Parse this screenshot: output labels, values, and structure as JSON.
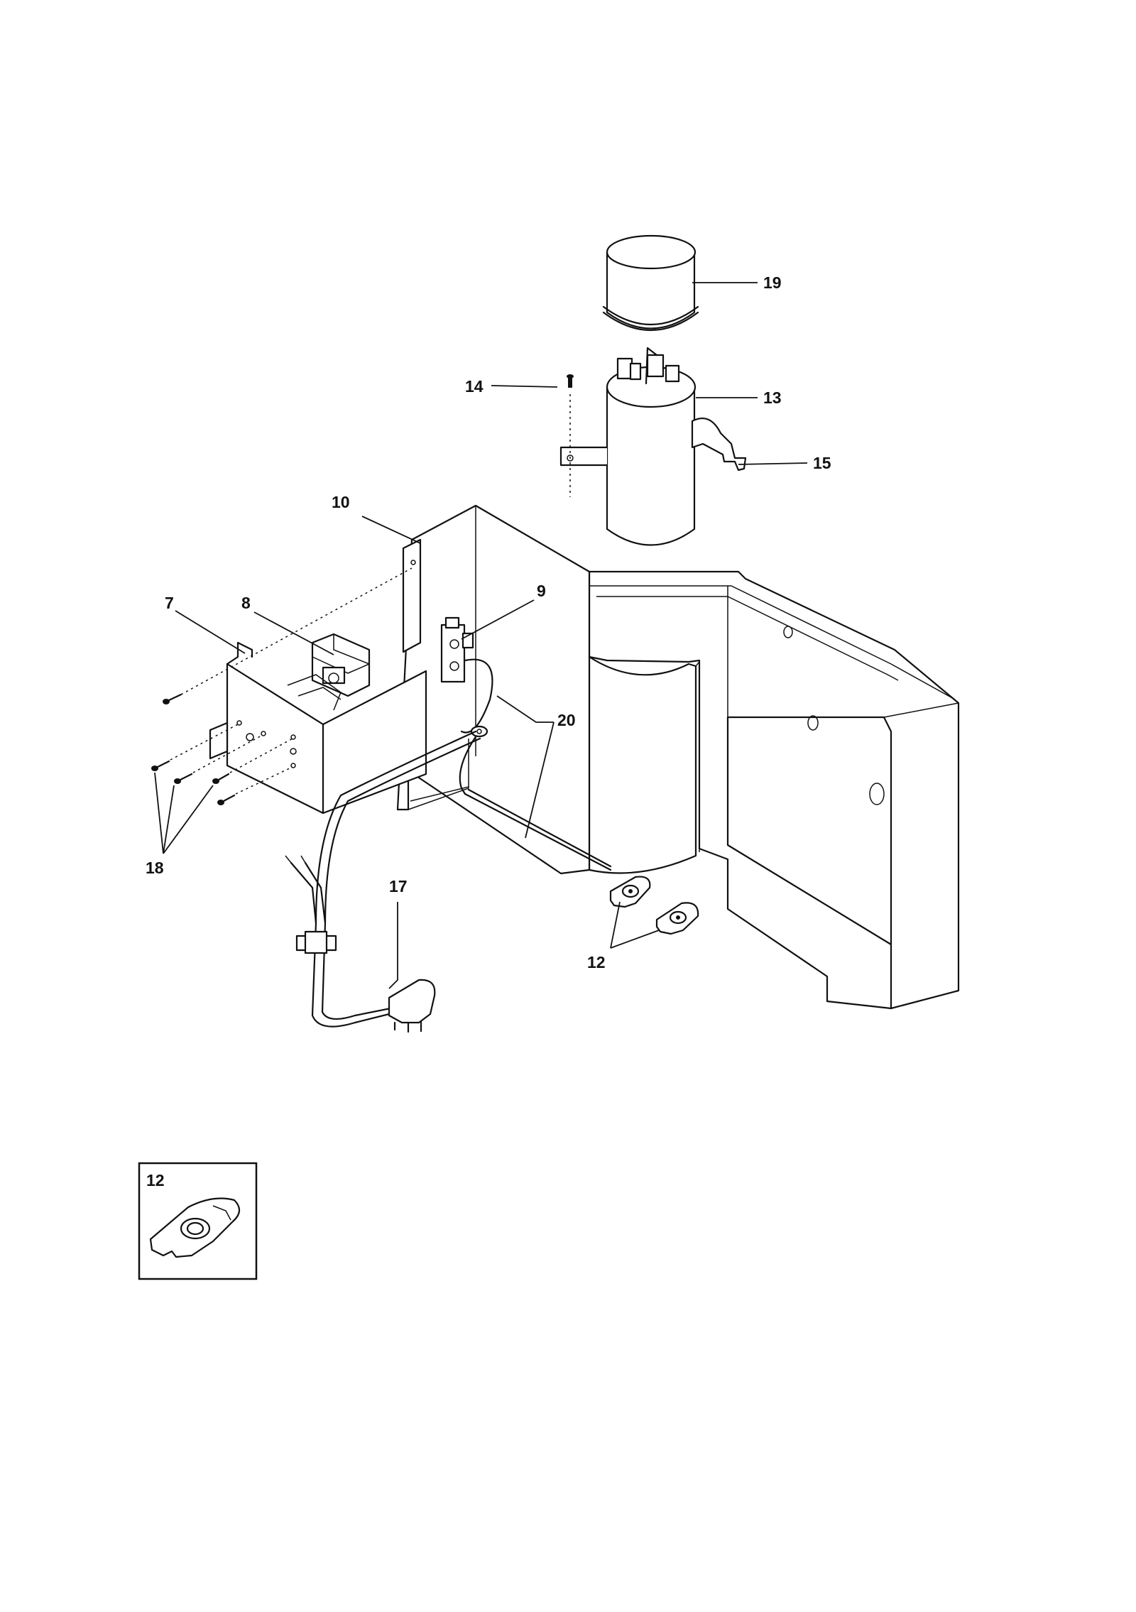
{
  "callouts": {
    "p7": "7",
    "p8": "8",
    "p9": "9",
    "p10": "10",
    "p12": "12",
    "p13": "13",
    "p14": "14",
    "p15": "15",
    "p17": "17",
    "p18": "18",
    "p19": "19",
    "p20": "20"
  },
  "inset": {
    "label": "12"
  }
}
